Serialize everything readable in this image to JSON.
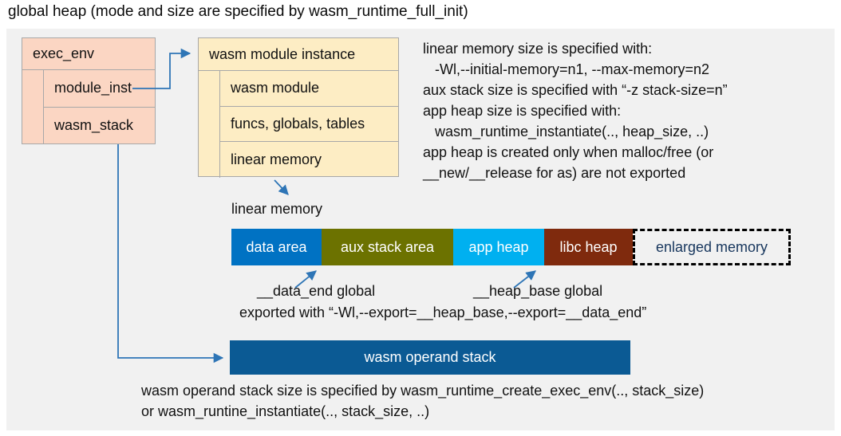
{
  "title": "global heap (mode and size are specified by wasm_runtime_full_init)",
  "exec_env": {
    "header": "exec_env",
    "rows": [
      "module_inst",
      "wasm_stack"
    ]
  },
  "module_instance": {
    "header": "wasm module instance",
    "rows": [
      "wasm module",
      "funcs, globals, tables",
      "linear memory"
    ]
  },
  "notes_top": {
    "lines": [
      "linear memory size is specified with:",
      "   -Wl,--initial-memory=n1, --max-memory=n2",
      "aux stack size is specified with “-z stack-size=n”",
      "app heap size is specified with:",
      "   wasm_runtime_instantiate(.., heap_size, ..)",
      "app heap is created only when malloc/free (or",
      "__new/__release for as) are not exported"
    ]
  },
  "linear_memory": {
    "label": "linear memory",
    "segments": [
      {
        "label": "data area",
        "color": "#0072c3"
      },
      {
        "label": "aux stack area",
        "color": "#6c7200"
      },
      {
        "label": "app heap",
        "color": "#00b0f0"
      },
      {
        "label": "libc heap",
        "color": "#7f2a0d"
      },
      {
        "label": "enlarged memory",
        "color": "none",
        "border": "dashed-black"
      }
    ]
  },
  "annotations": {
    "data_end": "__data_end global",
    "heap_base": "__heap_base global",
    "exported": "exported with “-Wl,--export=__heap_base,--export=__data_end”"
  },
  "operand_stack": {
    "label": "wasm operand stack"
  },
  "notes_bottom": {
    "lines": [
      "wasm operand stack size is specified by wasm_runtime_create_exec_env(.., stack_size)",
      "or wasm_runtine_instantiate(.., stack_size, ..)"
    ]
  },
  "colors": {
    "panel_background": "#f1f1f1",
    "exec_env_fill": "#fbd6c3",
    "module_instance_fill": "#fdedc4",
    "box_border": "#a8a8a8",
    "arrow": "#2e75b6",
    "operand_stack_fill": "#0b5a94",
    "enlarged_memory_text": "#17365d"
  }
}
